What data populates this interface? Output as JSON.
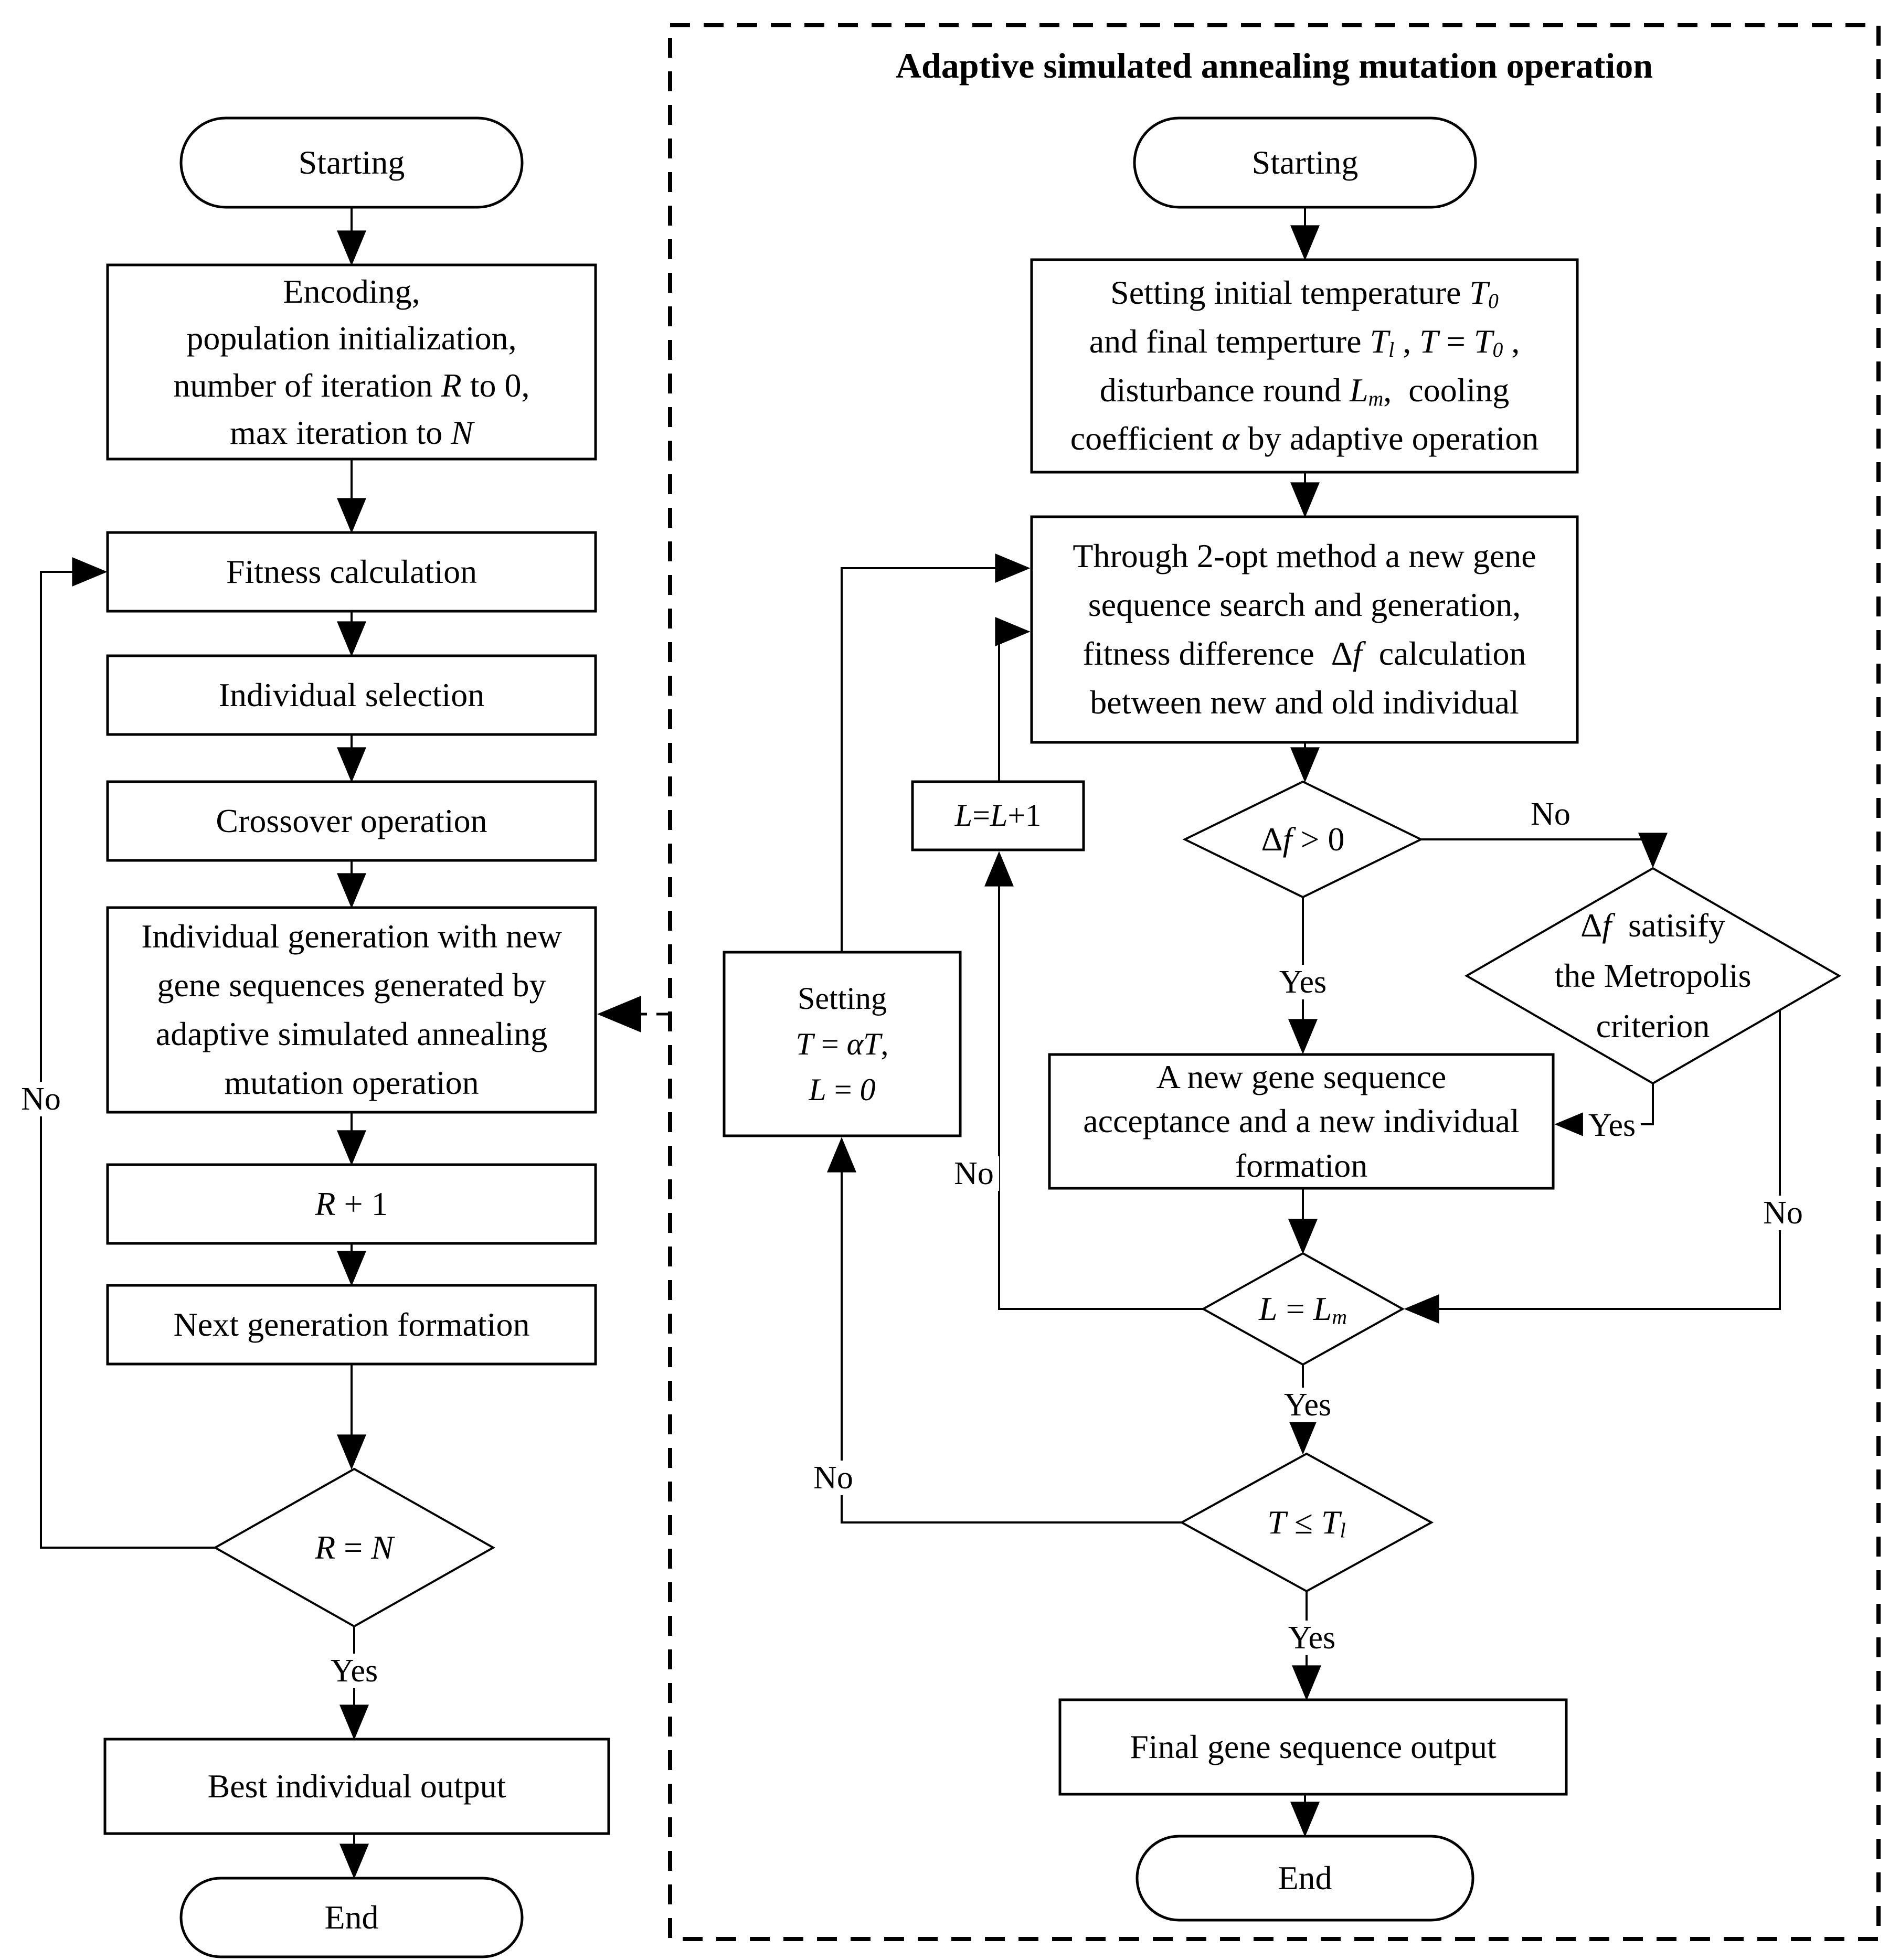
{
  "diagram": {
    "colors": {
      "stroke": "#000000",
      "background": "#ffffff"
    },
    "left": {
      "start": "Starting",
      "encoding": [
        [
          [
            "p",
            "Encoding,"
          ]
        ],
        [
          [
            "p",
            "population initialization,"
          ]
        ],
        [
          [
            "p",
            "number of iteration "
          ],
          [
            "i",
            "R"
          ],
          [
            "p",
            " to 0,"
          ]
        ],
        [
          [
            "p",
            "max iteration to "
          ],
          [
            "i",
            "N"
          ]
        ]
      ],
      "fitness": [
        [
          [
            "p",
            "Fitness calculation"
          ]
        ]
      ],
      "selection": [
        [
          [
            "p",
            "Individual selection"
          ]
        ]
      ],
      "crossover": [
        [
          [
            "p",
            "Crossover operation"
          ]
        ]
      ],
      "generation": [
        [
          [
            "p",
            "Individual generation with new"
          ]
        ],
        [
          [
            "p",
            "gene sequences generated by"
          ]
        ],
        [
          [
            "p",
            "adaptive simulated annealing"
          ]
        ],
        [
          [
            "p",
            "mutation operation"
          ]
        ]
      ],
      "r_plus_1": [
        [
          [
            "i",
            "R"
          ],
          [
            "p",
            " + 1"
          ]
        ]
      ],
      "next_generation": [
        [
          [
            "p",
            "Next generation formation"
          ]
        ]
      ],
      "r_eq_n": [
        [
          [
            "i",
            "R"
          ],
          [
            "p",
            " = "
          ],
          [
            "i",
            "N"
          ]
        ]
      ],
      "best_output": [
        [
          [
            "p",
            "Best individual output"
          ]
        ]
      ],
      "end": "End"
    },
    "right": {
      "title": "Adaptive simulated annealing mutation operation",
      "start": "Starting",
      "setting": [
        [
          [
            "p",
            "Setting initial temperature "
          ],
          [
            "i",
            "T"
          ],
          [
            "s",
            "0"
          ]
        ],
        [
          [
            "p",
            "and final temperture "
          ],
          [
            "i",
            "T"
          ],
          [
            "s",
            "l"
          ],
          [
            "p",
            " , "
          ],
          [
            "i",
            "T"
          ],
          [
            "p",
            " = "
          ],
          [
            "i",
            "T"
          ],
          [
            "s",
            "0"
          ],
          [
            "p",
            " ,"
          ]
        ],
        [
          [
            "p",
            "disturbance round "
          ],
          [
            "i",
            "L"
          ],
          [
            "s",
            "m"
          ],
          [
            "p",
            ",  cooling"
          ]
        ],
        [
          [
            "p",
            "coefficient "
          ],
          [
            "i",
            "α"
          ],
          [
            "p",
            " by adaptive operation"
          ]
        ]
      ],
      "through": [
        [
          [
            "p",
            "Through 2-opt method a new gene"
          ]
        ],
        [
          [
            "p",
            "sequence search and generation,"
          ]
        ],
        [
          [
            "p",
            "fitness difference  "
          ],
          [
            "p",
            "Δ"
          ],
          [
            "i",
            "f"
          ],
          [
            "p",
            "  calculation"
          ]
        ],
        [
          [
            "p",
            "between new and old individual"
          ]
        ]
      ],
      "df_gt_0": [
        [
          [
            "p",
            "Δ"
          ],
          [
            "i",
            "f"
          ],
          [
            "p",
            " > 0"
          ]
        ]
      ],
      "metropolis": [
        [
          [
            "p",
            "Δ"
          ],
          [
            "i",
            "f"
          ],
          [
            "p",
            "  satisify"
          ]
        ],
        [
          [
            "p",
            "the Metropolis"
          ]
        ],
        [
          [
            "p",
            "criterion"
          ]
        ]
      ],
      "acceptance": [
        [
          [
            "p",
            "A new gene sequence"
          ]
        ],
        [
          [
            "p",
            "acceptance and a new individual"
          ]
        ],
        [
          [
            "p",
            "formation"
          ]
        ]
      ],
      "l_plus_1": [
        [
          [
            "i",
            "L"
          ],
          [
            "p",
            "="
          ],
          [
            "i",
            "L"
          ],
          [
            "p",
            "+1"
          ]
        ]
      ],
      "setting_alpha": [
        [
          [
            "p",
            "Setting"
          ]
        ],
        [
          [
            "i",
            "T"
          ],
          [
            "p",
            " = "
          ],
          [
            "i",
            "αT"
          ],
          [
            "p",
            ","
          ]
        ],
        [
          [
            "i",
            "L"
          ],
          [
            "p",
            " = "
          ],
          [
            "i",
            "0"
          ]
        ]
      ],
      "l_eq_lm": [
        [
          [
            "i",
            "L"
          ],
          [
            "p",
            " = "
          ],
          [
            "i",
            "L"
          ],
          [
            "s",
            "m"
          ]
        ]
      ],
      "t_le_tl": [
        [
          [
            "i",
            "T"
          ],
          [
            "p",
            " ≤ "
          ],
          [
            "i",
            "T"
          ],
          [
            "s",
            "l"
          ]
        ]
      ],
      "final_output": [
        [
          [
            "p",
            "Final gene sequence output"
          ]
        ]
      ],
      "end": "End"
    },
    "labels": {
      "left_no": "No",
      "left_yes": "Yes",
      "df_no": "No",
      "df_yes": "Yes",
      "met_yes": "Yes",
      "met_no": "No",
      "lm_no": "No",
      "lm_yes": "Yes",
      "tl_no": "No",
      "tl_yes": "Yes"
    }
  }
}
